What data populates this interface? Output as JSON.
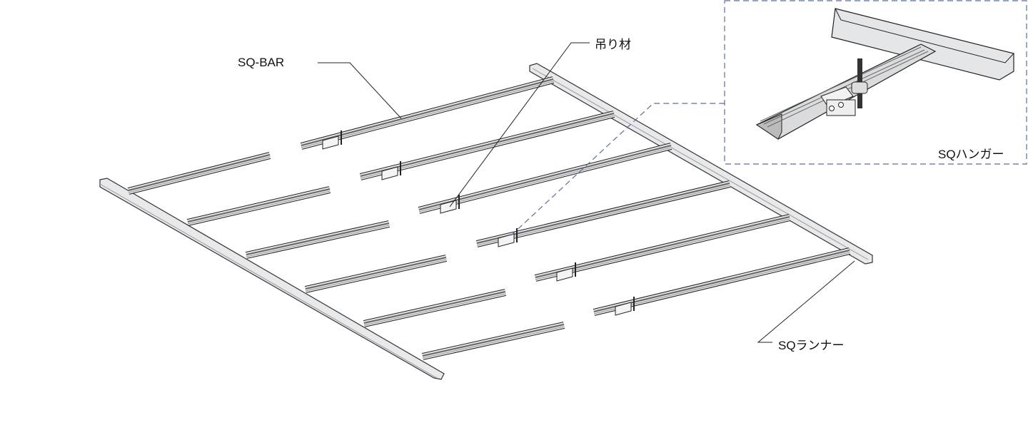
{
  "labels": {
    "sq_bar": "SQ-BAR",
    "hanger_rod": "吊り材",
    "sq_runner": "SQランナー",
    "sq_hanger": "SQハンガー"
  },
  "colors": {
    "leader_line": "#222222",
    "inset_border": "#5a6e9e",
    "metal_light": "#e6e8ea",
    "metal_dark": "#555555"
  }
}
